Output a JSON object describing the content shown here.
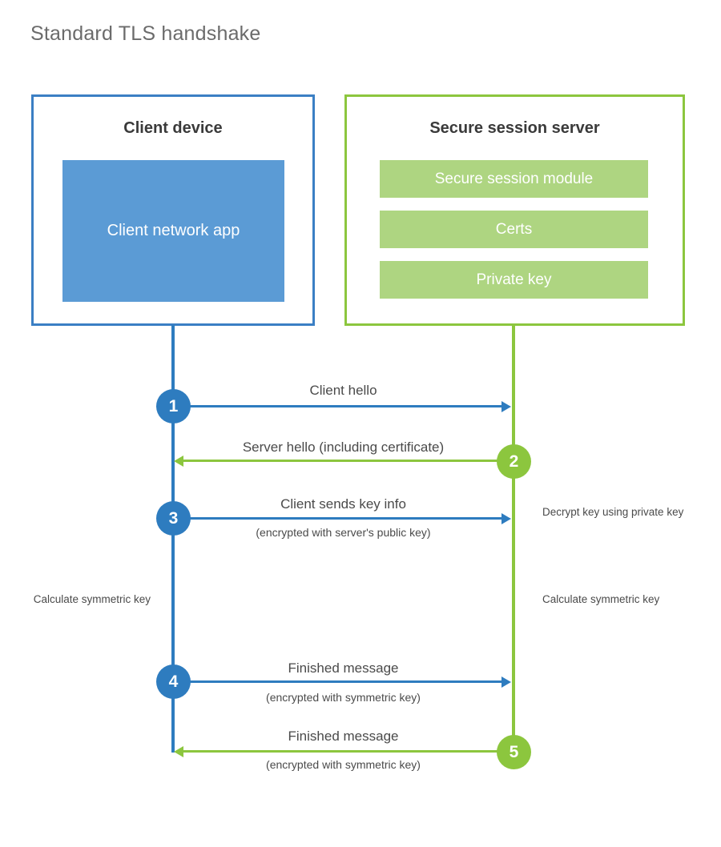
{
  "title": "Standard TLS handshake",
  "colors": {
    "client_border": "#3b7fc4",
    "client_fill": "#5b9bd5",
    "server_border": "#8cc63e",
    "server_fill": "#aed581",
    "client_line": "#2e7cbf",
    "server_line": "#8cc63e",
    "title_text": "#6b6b6b",
    "body_text": "#4a4a4a",
    "background": "#ffffff"
  },
  "client": {
    "title": "Client device",
    "app_label": "Client network app"
  },
  "server": {
    "title": "Secure session server",
    "blocks": [
      {
        "label": "Secure session module"
      },
      {
        "label": "Certs"
      },
      {
        "label": "Private key"
      }
    ]
  },
  "steps": [
    {
      "number": "1",
      "label": "Client hello",
      "sublabel": "",
      "direction": "client-to-server",
      "color": "#2e7cbf"
    },
    {
      "number": "2",
      "label": "Server hello (including certificate)",
      "sublabel": "",
      "direction": "server-to-client",
      "color": "#8cc63e"
    },
    {
      "number": "3",
      "label": "Client sends key info",
      "sublabel": "(encrypted with server's public key)",
      "direction": "client-to-server",
      "color": "#2e7cbf"
    },
    {
      "number": "4",
      "label": "Finished message",
      "sublabel": "(encrypted with symmetric key)",
      "direction": "client-to-server",
      "color": "#2e7cbf"
    },
    {
      "number": "5",
      "label": "Finished message",
      "sublabel": "(encrypted with symmetric key)",
      "direction": "server-to-client",
      "color": "#8cc63e"
    }
  ],
  "notes": {
    "server_decrypt": "Decrypt key using private key",
    "client_calculate": "Calculate symmetric key",
    "server_calculate": "Calculate symmetric key"
  }
}
